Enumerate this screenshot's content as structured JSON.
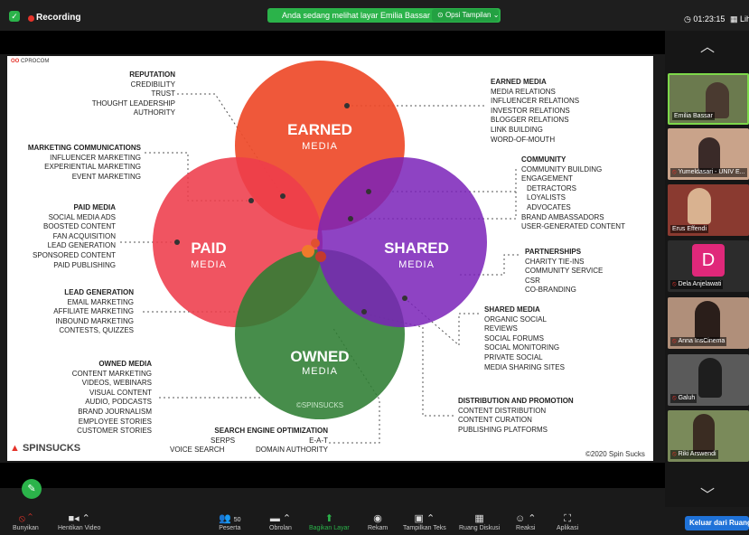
{
  "topbar": {
    "recording_label": "Recording",
    "share_text": "Anda sedang melihat layar Emilia Bassar",
    "view_options_label": "Opsi Tampilan",
    "timer": "01:23:15",
    "layout_label": "Lih"
  },
  "slide": {
    "logo_text": "CPROCOM",
    "venn": {
      "earned_title": "EARNED",
      "earned_sub": "MEDIA",
      "paid_title": "PAID",
      "paid_sub": "MEDIA",
      "shared_title": "SHARED",
      "shared_sub": "MEDIA",
      "owned_title": "OWNED",
      "owned_sub": "MEDIA",
      "watermark": "©SPINSUCKS",
      "colors": {
        "earned": "#ee4b2b",
        "paid": "#ee3c4b",
        "shared": "#7a22b8",
        "owned": "#2e7d32"
      }
    },
    "reputation": {
      "title": "REPUTATION",
      "items": [
        "CREDIBILITY",
        "TRUST",
        "THOUGHT LEADERSHIP",
        "AUTHORITY"
      ]
    },
    "marcom": {
      "title": "MARKETING COMMUNICATIONS",
      "items": [
        "INFLUENCER MARKETING",
        "EXPERIENTIAL MARKETING",
        "EVENT MARKETING"
      ]
    },
    "paid_media": {
      "title": "PAID MEDIA",
      "items": [
        "SOCIAL MEDIA ADS",
        "BOOSTED CONTENT",
        "FAN ACQUISITION",
        "LEAD GENERATION",
        "SPONSORED CONTENT",
        "PAID PUBLISHING"
      ]
    },
    "lead_gen": {
      "title": "LEAD GENERATION",
      "items": [
        "EMAIL MARKETING",
        "AFFILIATE MARKETING",
        "INBOUND MARKETING",
        "CONTESTS, QUIZZES"
      ]
    },
    "owned_media": {
      "title": "OWNED MEDIA",
      "items": [
        "CONTENT MARKETING",
        "VIDEOS, WEBINARS",
        "VISUAL CONTENT",
        "AUDIO, PODCASTS",
        "BRAND JOURNALISM",
        "EMPLOYEE STORIES",
        "CUSTOMER STORIES"
      ]
    },
    "seo": {
      "title": "SEARCH ENGINE OPTIMIZATION",
      "line1a": "SERPS",
      "line1b": "E-A-T",
      "line2a": "VOICE SEARCH",
      "line2b": "DOMAIN AUTHORITY"
    },
    "earned_media": {
      "title": "EARNED MEDIA",
      "items": [
        "MEDIA RELATIONS",
        "INFLUENCER RELATIONS",
        "INVESTOR RELATIONS",
        "BLOGGER RELATIONS",
        "LINK BUILDING",
        "WORD-OF-MOUTH"
      ]
    },
    "community": {
      "title": "COMMUNITY",
      "items": [
        "COMMUNITY BUILDING",
        "ENGAGEMENT"
      ],
      "subitems": [
        "DETRACTORS",
        "LOYALISTS",
        "ADVOCATES"
      ],
      "items2": [
        "BRAND AMBASSADORS",
        "USER-GENERATED CONTENT"
      ]
    },
    "partnerships": {
      "title": "PARTNERSHIPS",
      "items": [
        "CHARITY TIE-INS",
        "COMMUNITY SERVICE",
        "CSR",
        "CO-BRANDING"
      ]
    },
    "shared_media": {
      "title": "SHARED MEDIA",
      "items": [
        "ORGANIC SOCIAL",
        "REVIEWS",
        "SOCIAL FORUMS",
        "SOCIAL MONITORING",
        "PRIVATE SOCIAL",
        "MEDIA SHARING SITES"
      ]
    },
    "distribution": {
      "title": "DISTRIBUTION AND PROMOTION",
      "items": [
        "CONTENT DISTRIBUTION",
        "CONTENT CURATION",
        "PUBLISHING PLATFORMS"
      ]
    },
    "footer_logo": "SPINSUCKS",
    "copyright": "©2020 Spin Sucks"
  },
  "participants": [
    {
      "name": "Emilia Bassar",
      "muted": false,
      "bg": "#6b7a4e"
    },
    {
      "name": "Yumeldasari - UNIV E...",
      "muted": true,
      "bg": "#c9a38a"
    },
    {
      "name": "Erus Effendi",
      "muted": false,
      "bg": "#8a3a30"
    },
    {
      "name": "Dela Anjelawati",
      "muted": true,
      "bg": "#2c2c2c",
      "initial": "D"
    },
    {
      "name": "Anna InsCinema",
      "muted": true,
      "bg": "#b08f7a"
    },
    {
      "name": "Galuh",
      "muted": true,
      "bg": "#5a5a5a"
    },
    {
      "name": "Riki Arswendi",
      "muted": true,
      "bg": "#7a8a5a"
    }
  ],
  "toolbar": {
    "unmute": "Bunyikan",
    "stop_video": "Hentikan Video",
    "participants": "Peserta",
    "participants_count": "50",
    "chat": "Obrolan",
    "share": "Bagikan Layar",
    "record": "Rekam",
    "captions": "Tampilkan Teks",
    "breakout": "Ruang Diskusi",
    "reactions": "Reaksi",
    "apps": "Aplikasi",
    "leave": "Keluar dari Ruang"
  }
}
